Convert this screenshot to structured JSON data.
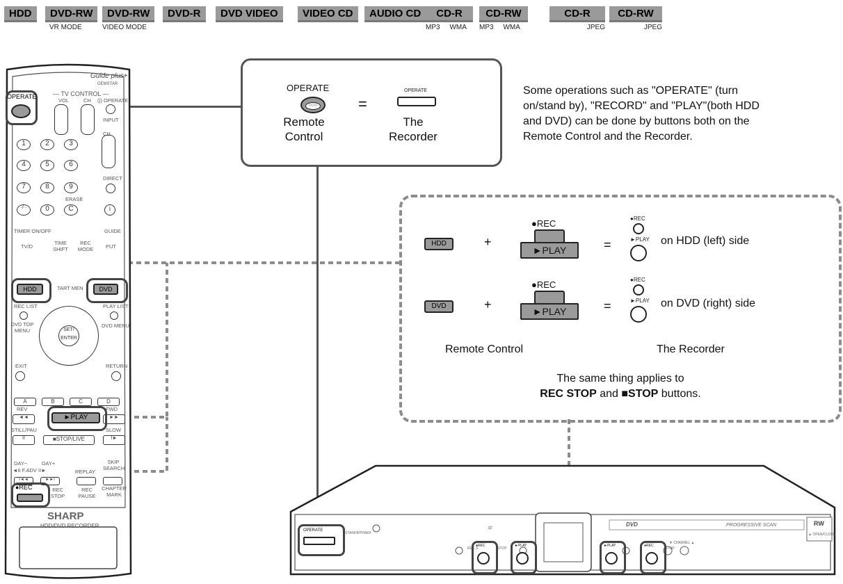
{
  "tabs": [
    {
      "label": "HDD",
      "sub": ""
    },
    {
      "label": "DVD-RW",
      "sub": "VR MODE"
    },
    {
      "label": "DVD-RW",
      "sub": "VIDEO MODE"
    },
    {
      "label": "DVD-R",
      "sub": ""
    },
    {
      "label": "DVD VIDEO",
      "sub": ""
    },
    {
      "label": "VIDEO CD",
      "sub": ""
    },
    {
      "label": "AUDIO CD",
      "sub": ""
    },
    {
      "label": "CD-R",
      "sub": "MP3     WMA"
    },
    {
      "label": "CD-RW",
      "sub": "MP3     WMA"
    },
    {
      "label": "CD-R",
      "sub": "JPEG"
    },
    {
      "label": "CD-RW",
      "sub": "JPEG"
    }
  ],
  "operate_box": {
    "operate_label": "OPERATE",
    "equals": "=",
    "recorder_operate": "OPERATE",
    "remote_line1": "Remote",
    "remote_line2": "Control",
    "recorder_line1": "The",
    "recorder_line2": "Recorder"
  },
  "description": "Some operations such as \"OPERATE\" (turn on/stand by), \"RECORD\" and \"PLAY\"(both HDD and DVD) can be done by buttons both on the Remote Control and the Recorder.",
  "desc_lines": [
    "Some operations such as \"OPERATE\" (turn",
    "on/stand by), \"RECORD\" and \"PLAY\"(both HDD",
    "and DVD) can be done by buttons both on the",
    "Remote Control and the Recorder."
  ],
  "combo": {
    "hdd_key": "HDD",
    "dvd_key": "DVD",
    "plus": "+",
    "equals": "=",
    "rec_label": "●REC",
    "play_label": "►PLAY",
    "small_rec": "●REC",
    "small_play": "►PLAY",
    "hdd_side": "on HDD (left) side",
    "dvd_side": "on DVD (right) side",
    "remote_caption": "Remote Control",
    "recorder_caption": "The Recorder",
    "note_line1": "The same thing applies to",
    "note_bold1": "REC STOP",
    "note_and": " and ",
    "note_square": "■",
    "note_bold2": "STOP",
    "note_tail": " buttons."
  },
  "remote": {
    "brand": "SHARP",
    "model": "HDD/DVD RECORDER",
    "guide_logo": "Guide plus+",
    "gemstar": "GEMSTAR",
    "tv_control": "— TV CONTROL —",
    "operate": "OPERATE",
    "vol": "VOL",
    "ch": "CH",
    "tv_operate": "(|) OPERATE",
    "input": "INPUT",
    "ch2": "CH",
    "numbers": [
      "1",
      "2",
      "3",
      "4",
      "5",
      "6",
      "7",
      "8",
      "9",
      "·/··",
      "0",
      "C",
      "i"
    ],
    "direct": "DIRECT",
    "erase": "ERASE",
    "timer": "TIMER ON/OFF",
    "guide": "GUIDE",
    "tvd": "TV/D",
    "time_shift": "TIME SHIFT",
    "rec_mode": "REC MODE",
    "input2": "PUT",
    "hdd": "HDD",
    "start_menu": "TART MEN",
    "dvd": "DVD",
    "rec_list": "REC LIST",
    "play_list": "PLAY LIST",
    "dvd_top": "DVD TOP MENU",
    "dvd_menu": "DVD MENU",
    "set_enter": "SET/ ENTER",
    "exit": "EXIT",
    "return": "RETURN",
    "abcd": [
      "A",
      "B",
      "C",
      "D"
    ],
    "rev": "REV",
    "fwd": "FWD",
    "play": "►PLAY",
    "still": "STILL/PAU",
    "stop_live": "■STOP/LIVE",
    "slow": "SLOW",
    "day_minus": "DAY−",
    "day_plus": "DAY+",
    "f_adv": "◄II F.ADV II►",
    "replay": "REPLAY",
    "skip_search": "SKIP SEARCH",
    "rec": "●REC",
    "rec_stop": "REC STOP",
    "rec_pause": "REC PAUSE",
    "chapter_mark": "CHAPTER MARK"
  },
  "recorder": {
    "operate": "OPERATE",
    "standby": "STANDBY",
    "timer": "TIMER",
    "rec_small": "●REC",
    "play_small": "►PLAY",
    "progressive": "PROGRESSIVE SCAN",
    "rw": "RW",
    "open_close": "▲ OPEN/CLOSE",
    "dvd_logo": "DVD",
    "channel": "▼ CHANNEL ▲",
    "stop": "STOP",
    "rec_stop": "REC S",
    "stop2": "STOP"
  }
}
